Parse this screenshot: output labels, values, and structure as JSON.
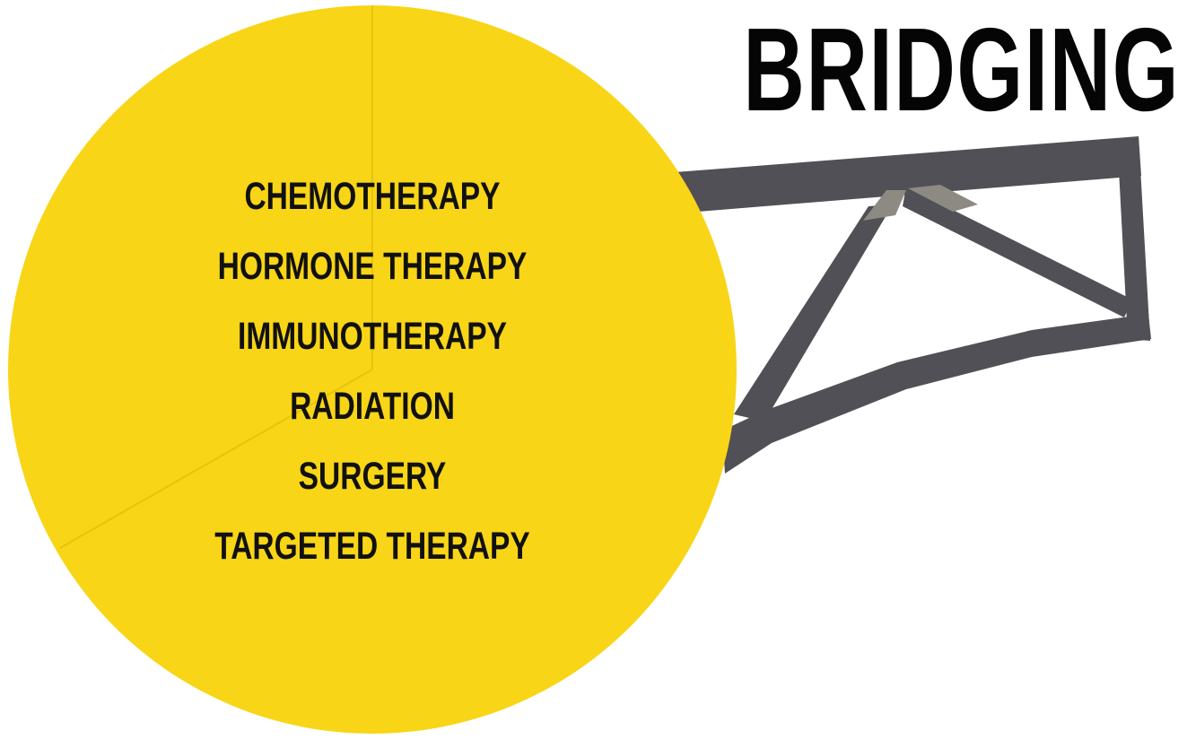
{
  "title": "BRIDGING",
  "treatments": [
    "CHEMOTHERAPY",
    "HORMONE THERAPY",
    "IMMUNOTHERAPY",
    "RADIATION",
    "SURGERY",
    "TARGETED THERAPY"
  ],
  "colors": {
    "circle": "#F8D516",
    "circle_divider": "#E8C40C",
    "bridge": "#505056",
    "bridge_light": "#8C8A82",
    "title": "#050505",
    "text": "#111111"
  }
}
